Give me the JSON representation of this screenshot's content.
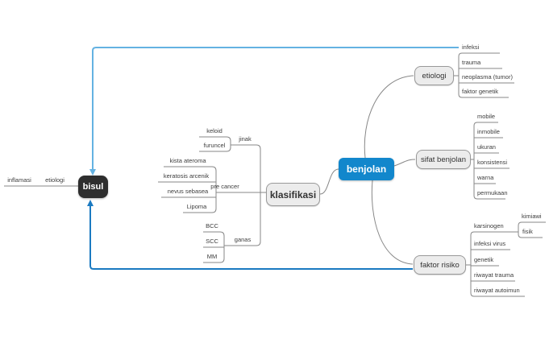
{
  "colors": {
    "accent_blue": "#1287cc",
    "node_dark": "#2e2e2e",
    "node_gray_bg": "#ececec",
    "node_gray_border": "#999999",
    "line_gray": "#878787",
    "link_top_blue": "#64b2e2",
    "link_bottom_blue": "#1b7ac1"
  },
  "nodes": {
    "benjolan": "benjolan",
    "bisul": "bisul",
    "klasifikasi": "klasifikasi",
    "etiologi": "etiologi",
    "sifat_benjolan": "sifat benjolan",
    "faktor_risiko": "faktor risiko"
  },
  "bisul_branch": {
    "etiologi": "etiologi",
    "inflamasi": "inflamasi"
  },
  "klasifikasi_branch": {
    "jinak": {
      "label": "jinak",
      "keloid": "keloid",
      "furuncel": "furuncel"
    },
    "pre_cancer": {
      "label": "pre cancer",
      "kista_ateroma": "kista ateroma",
      "keratosis_arcenik": "keratosis arcenik",
      "nevus_sebasea": "nevus sebasea",
      "lipoma": "Lipoma"
    },
    "ganas": {
      "label": "ganas",
      "bcc": "BCC",
      "scc": "SCC",
      "mm": "MM"
    }
  },
  "etiologi_branch": {
    "infeksi": "infeksi",
    "trauma": "trauma",
    "neoplasma": "neoplasma (tumor)",
    "faktor_genetik": "faktor genetik"
  },
  "sifat_branch": {
    "mobile": "mobile",
    "inmobile": "inmobile",
    "ukuran": "ukuran",
    "konsistensi": "konsistensi",
    "warna": "warna",
    "permukaan": "permukaan"
  },
  "faktor_risiko_branch": {
    "karsinogen": "karsinogen",
    "kimiawi": "kimiawi",
    "fisik": "fisik",
    "infeksi_virus": "infeksi virus",
    "genetik": "genetik",
    "riwayat_trauma": "riwayat trauma",
    "riwayat_autoimun": "riwayat autoimun"
  }
}
